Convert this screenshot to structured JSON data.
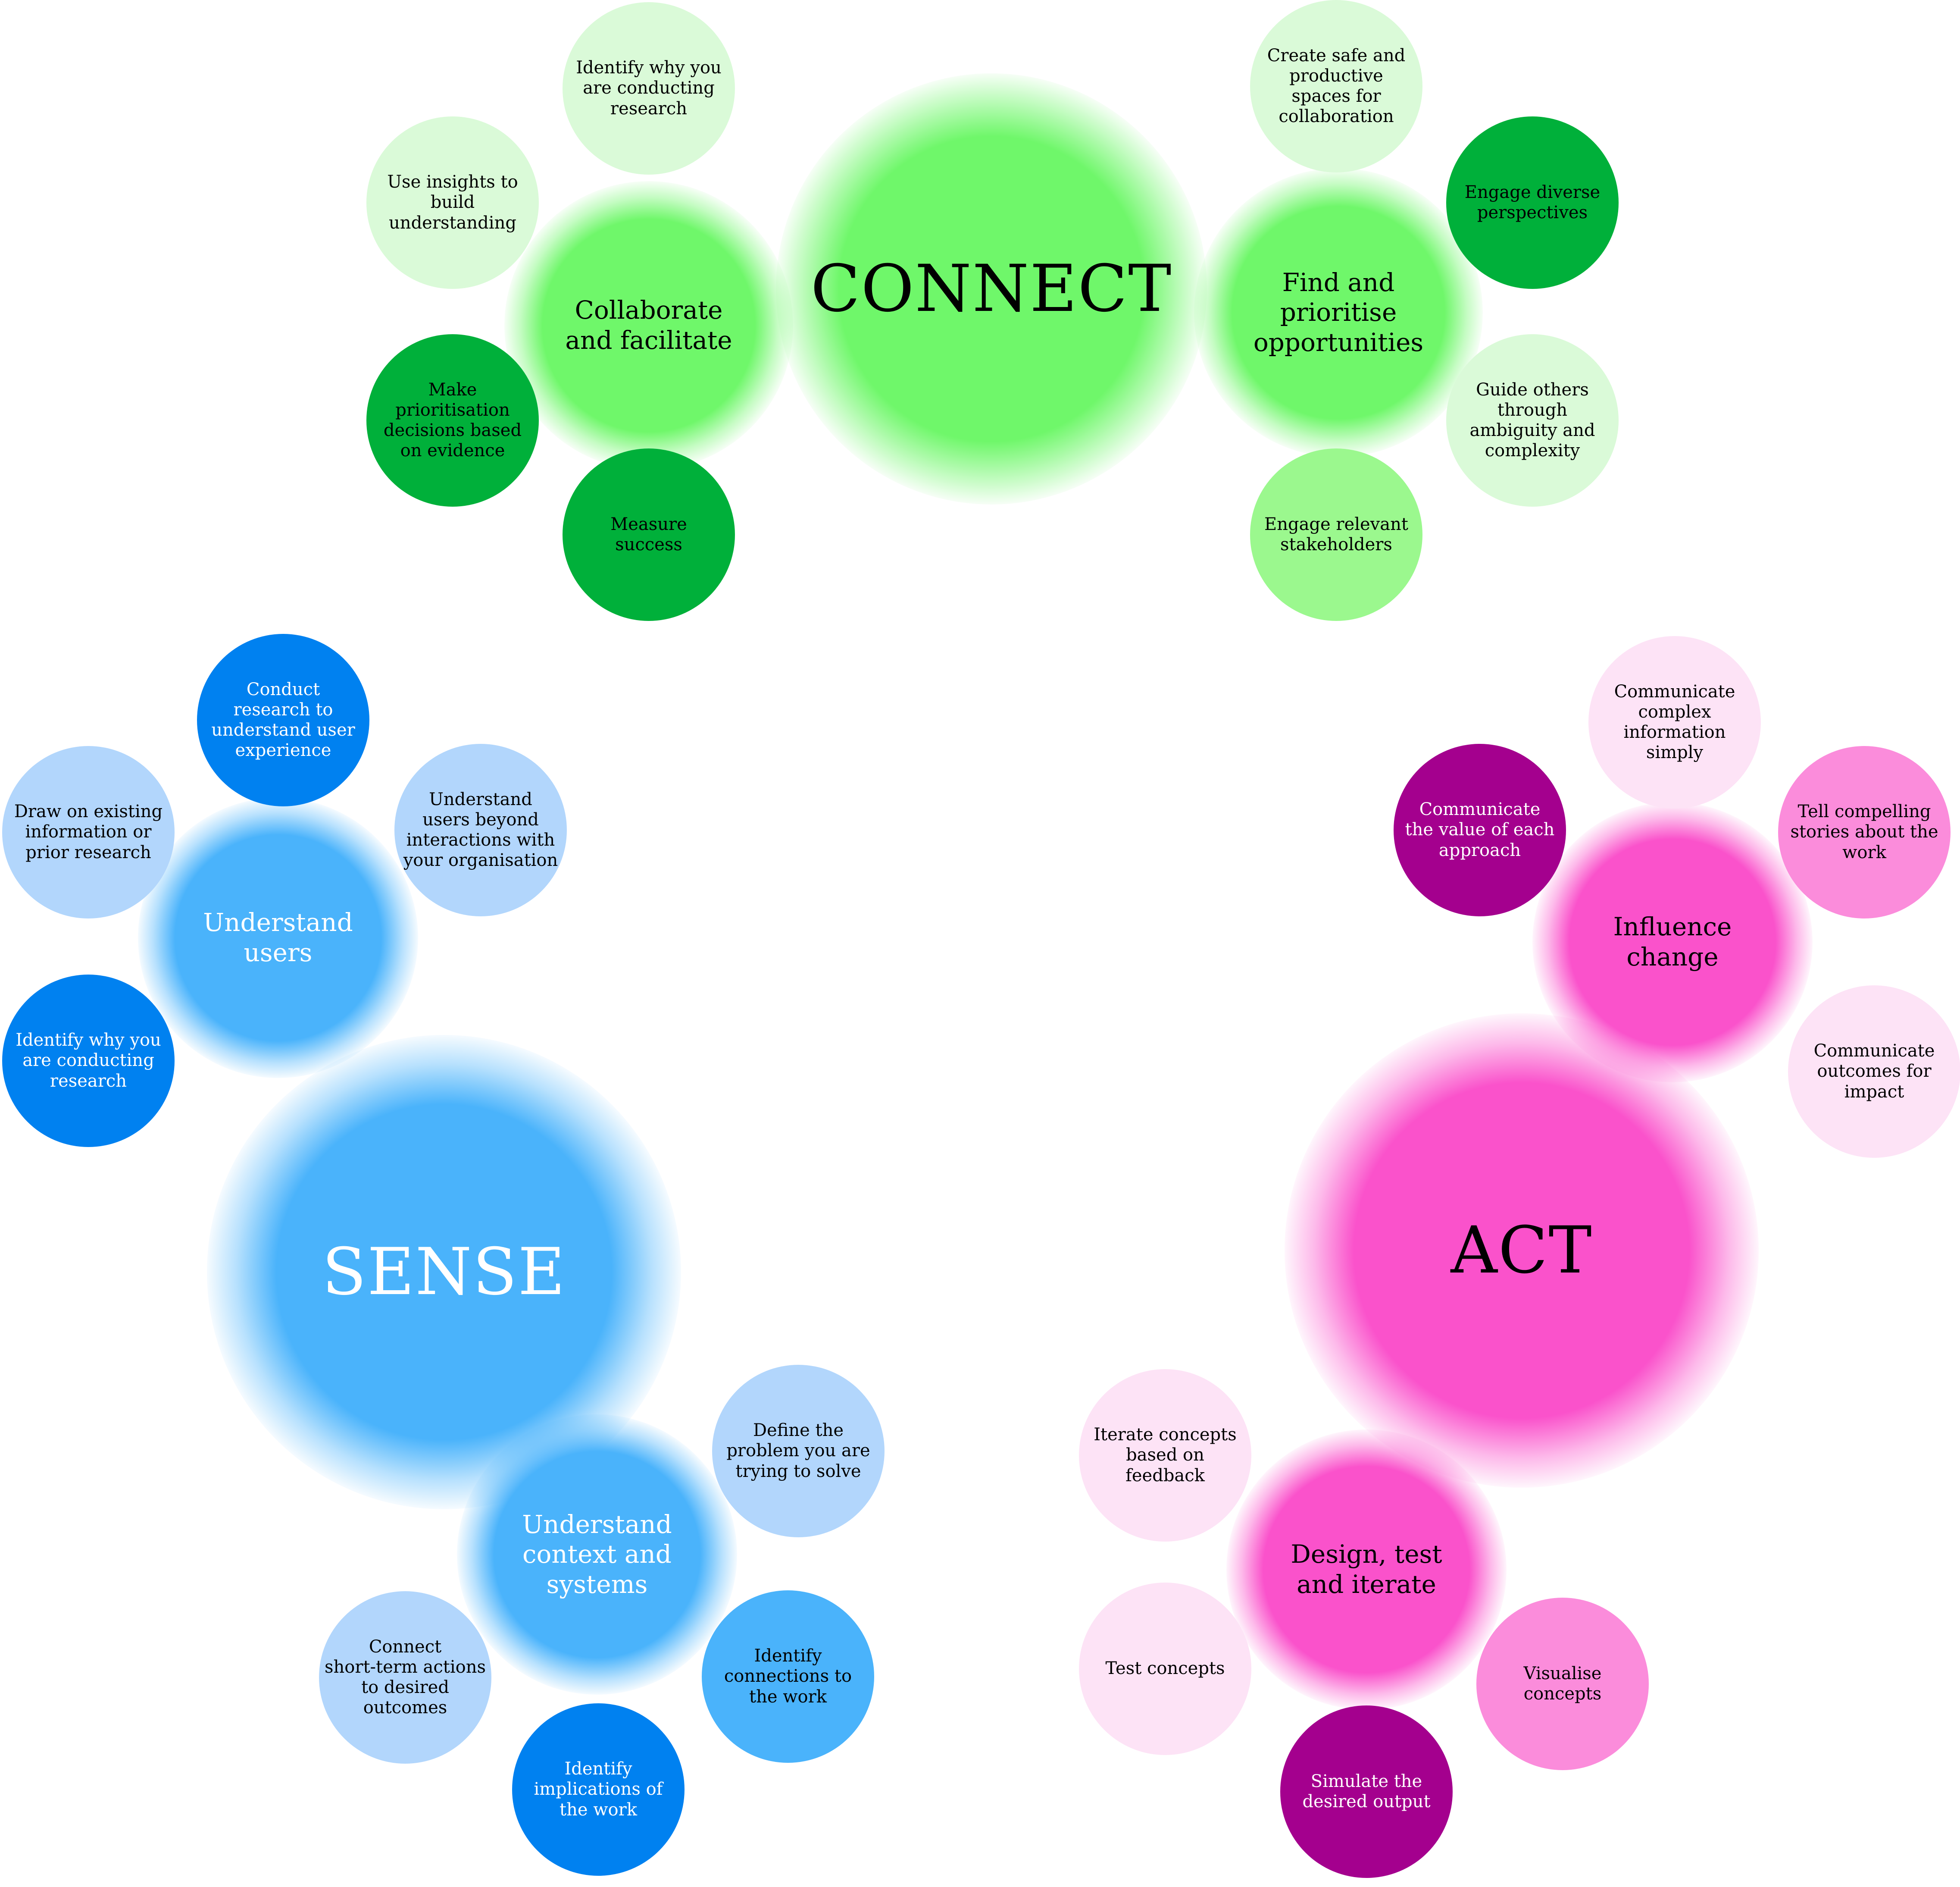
{
  "colors": {
    "green_core": "#6ff76a",
    "green_light": "#dafad8",
    "green_mid": "#9bf88e",
    "green_dark": "#00b03a",
    "blue_core": "#4ab3fb",
    "blue_light": "#b2d6fc",
    "blue_dark": "#0081f0",
    "pink_core": "#fa52cb",
    "pink_light": "#fde3f6",
    "pink_mid": "#fb8cdb",
    "purple_dark": "#a4008e"
  },
  "clusters": {
    "connect": {
      "core": "CONNECT",
      "left_hub": "Collaborate\nand facilitate",
      "left_leaves": [
        "Identify why you\nare conducting\nresearch",
        "Use insights to\nbuild\nunderstanding",
        "Make\nprioritisation\ndecisions based\non evidence",
        "Measure\nsuccess"
      ],
      "right_hub": "Find and\nprioritise\nopportunities",
      "right_leaves": [
        "Create safe and\nproductive\nspaces for\ncollaboration",
        "Engage diverse\nperspectives",
        "Guide others\nthrough\nambiguity and\ncomplexity",
        "Engage relevant\nstakeholders"
      ]
    },
    "sense": {
      "core": "SENSE",
      "top_hub": "Understand\nusers",
      "top_leaves": [
        "Conduct\nresearch to\nunderstand user\nexperience",
        "Draw on existing\ninformation or\nprior research",
        "Understand\nusers beyond\ninteractions with\nyour organisation",
        "Identify why you\nare conducting\nresearch"
      ],
      "bottom_hub": "Understand\ncontext and\nsystems",
      "bottom_leaves": [
        "Define the\nproblem you are\ntrying to solve",
        "Identify\nconnections to\nthe work",
        "Connect\nshort-term actions\nto desired\noutcomes",
        "Identify\nimplications of\nthe work"
      ]
    },
    "act": {
      "core": "ACT",
      "top_hub": "Influence\nchange",
      "top_leaves": [
        "Communicate\ncomplex\ninformation\nsimply",
        "Communicate\nthe value of each\napproach",
        "Tell compelling\nstories about the\nwork",
        "Communicate\noutcomes for\nimpact"
      ],
      "bottom_hub": "Design, test\nand iterate",
      "bottom_leaves": [
        "Iterate concepts\nbased on\nfeedback",
        "Test concepts",
        "Visualise\nconcepts",
        "Simulate the\ndesired output"
      ]
    }
  }
}
